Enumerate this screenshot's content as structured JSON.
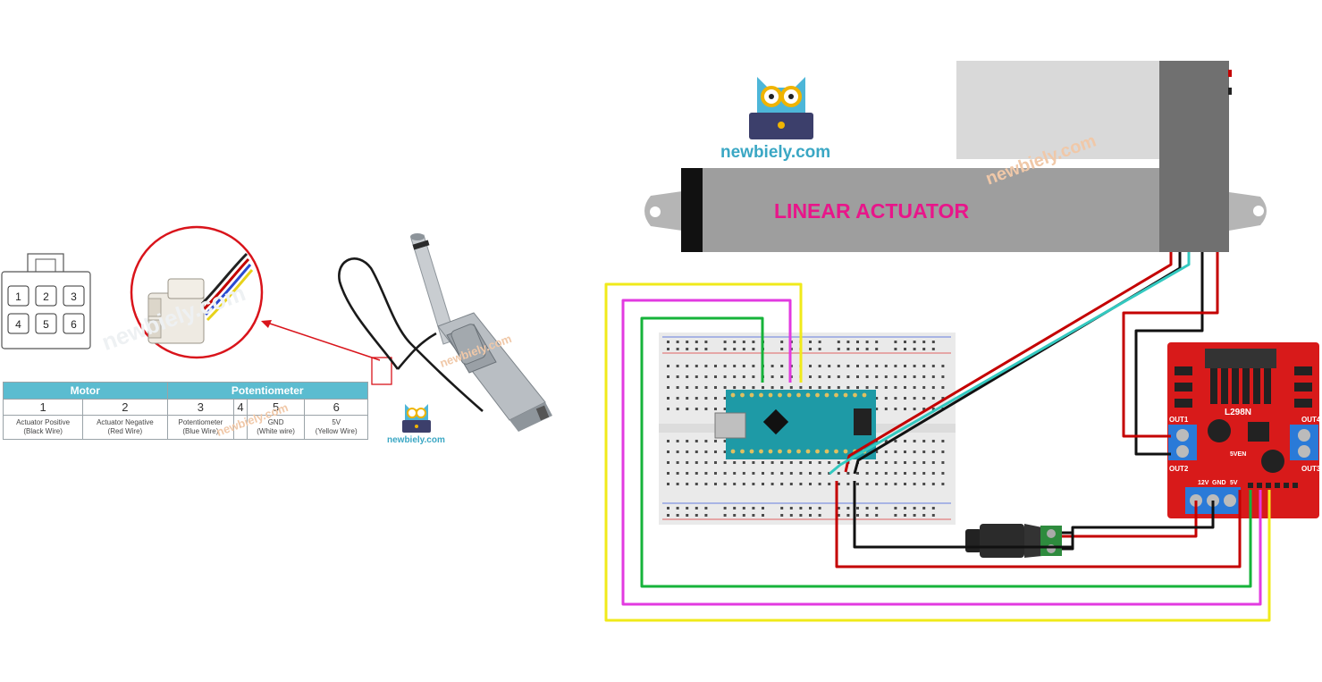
{
  "brand": {
    "logo_text": "newbiely.com",
    "watermark": "newbiely.com",
    "color": "#3aa7c4"
  },
  "actuator": {
    "label": "LINEAR ACTUATOR",
    "label_color": "#e8168a"
  },
  "connector": {
    "pins": [
      "1",
      "2",
      "3",
      "4",
      "5",
      "6"
    ]
  },
  "pin_table": {
    "groups": [
      "Motor",
      "Potentiometer"
    ],
    "numbers": [
      "1",
      "2",
      "3",
      "4",
      "5",
      "6"
    ],
    "descriptions": [
      [
        "Actuator Positive",
        "(Black Wire)"
      ],
      [
        "Actuator Negative",
        "(Red Wire)"
      ],
      [
        "Potentiometer",
        "(Blue Wire)"
      ],
      [
        "-",
        ""
      ],
      [
        "GND",
        "(White wire)"
      ],
      [
        "5V",
        "(Yellow Wire)"
      ]
    ]
  },
  "driver": {
    "chip": "L298N",
    "labels": [
      "OUT1",
      "OUT2",
      "OUT3",
      "OUT4",
      "12V",
      "GND",
      "5V",
      "5VEN"
    ]
  },
  "wire_colors": {
    "red": "#c40000",
    "black": "#111111",
    "cyan": "#33c9c0",
    "green": "#16b33a",
    "magenta": "#e23ae0",
    "yellow": "#f0ea1a"
  }
}
